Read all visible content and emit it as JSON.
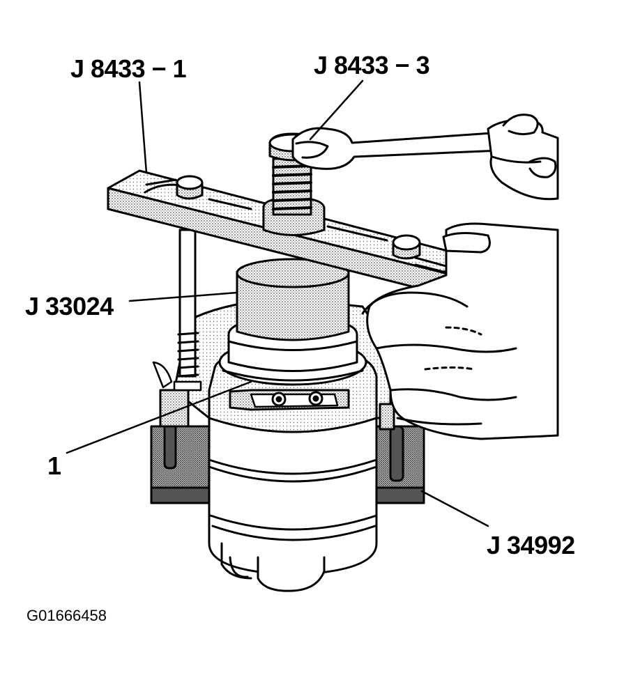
{
  "callouts": {
    "j8433_1": "J 8433 − 1",
    "j8433_3": "J 8433 − 3",
    "j33024": "J 33024",
    "item_1": "1",
    "j34992": "J 34992"
  },
  "figure_id": "G01666458",
  "colors": {
    "ink": "#000000",
    "paper": "#ffffff",
    "stipple": "#c8c8c8",
    "dark_stipple": "#8a8a8a"
  }
}
